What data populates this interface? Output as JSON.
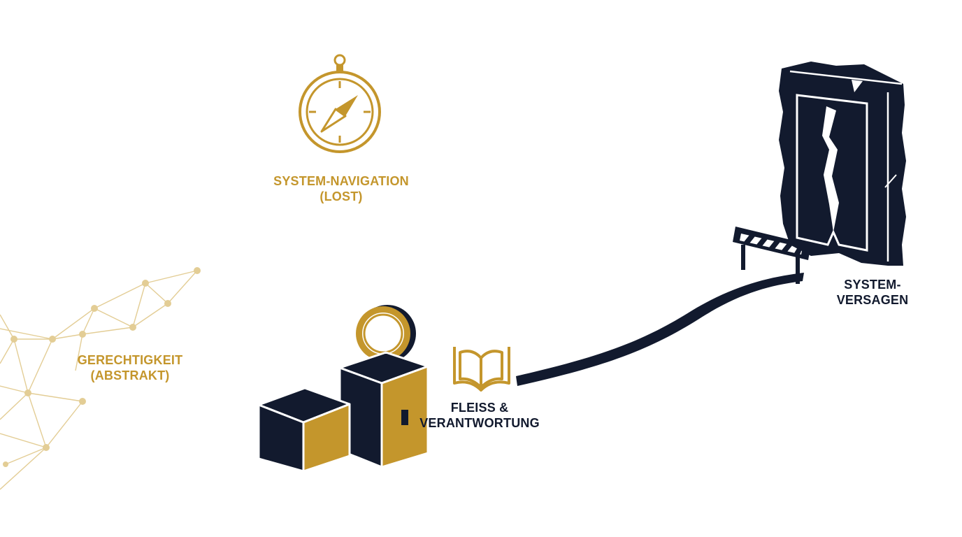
{
  "colors": {
    "gold": "#C4962C",
    "navy": "#121A2E",
    "network": "#E3CD95",
    "background": "#FFFFFF"
  },
  "nodes": {
    "navigation": {
      "icon": "compass-icon",
      "line1": "SYSTEM-NAVIGATION",
      "line2": "(LOST)"
    },
    "justice": {
      "icon": "network-graph-icon",
      "line1": "GERECHTIGKEIT",
      "line2": "(ABSTRAKT)"
    },
    "diligence": {
      "icon": "open-book-icon",
      "line1": "FLEISS &",
      "line2": "VERANTWORTUNG"
    },
    "blocks": {
      "icon": "stacked-cubes-with-coin-icon"
    },
    "failure": {
      "icon": "cracked-doorway-icon",
      "barrier_icon": "road-barrier-icon",
      "line1": "SYSTEM-",
      "line2": "VERSAGEN"
    }
  }
}
